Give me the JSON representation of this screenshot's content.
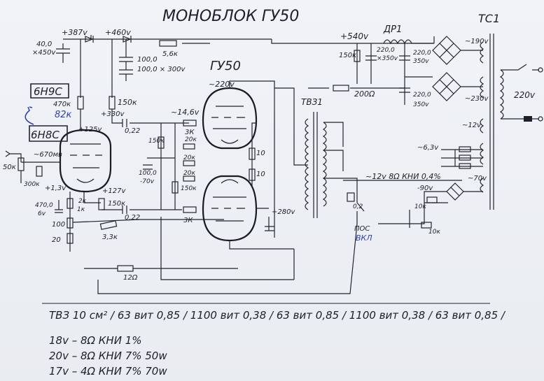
{
  "title": "МОНОБЛОК ГУ50",
  "labels": {
    "tc1": "ТС1",
    "dr1": "ДР1",
    "tv31": "ТВЗ1",
    "gu50": "ГУ50",
    "tube_6n9s": "6Н9С",
    "tube_6n8s": "6Н8С",
    "r_470k": "470к",
    "r_82k": "82к",
    "v_387": "+387v",
    "v_460": "+460v",
    "v_540": "+540v",
    "v_330": "+330v",
    "v_125": "+125v",
    "v_127": "+127v",
    "v_280": "+280v",
    "v_13": "+1,3v",
    "v_146": "~14,6v",
    "v_220a": "~220v",
    "v_670mv": "~670мв",
    "v_190": "~190v",
    "v_230": "~230v",
    "v_12": "~12v",
    "v_63": "~6,3v",
    "v_70": "~70v",
    "v_m90": "-90v",
    "v_m70": "-70v",
    "mains": "220v",
    "c_40": "40,0",
    "c_40v": "×450v",
    "c_100": "100,0",
    "c_100x": "100,0 × 300v",
    "r_56k": "5,6к",
    "r_150k_a": "150к",
    "r_150k_b": "150к",
    "r_150k_c": "150к",
    "r_150k_d": "150к",
    "c_022a": "0,22",
    "c_022b": "0,22",
    "r_3k_a": "3К",
    "r_3k_b": "3К",
    "r_20k_a": "20к",
    "r_20k_b": "20к",
    "r_20k_c": "20к",
    "r_10_a": "10",
    "r_10_b": "10",
    "r_200": "200Ω",
    "c_220a": "220,0",
    "c_220b": "×350v",
    "c_220c": "220,0",
    "c_220d": "350v",
    "c_220e": "220,0",
    "c_220f": "350v",
    "r_150k_e": "150к",
    "r_50k": "50к",
    "r_300k": "300к",
    "c_470": "470,0",
    "c_6v": "6v",
    "r_2k": "2к",
    "r_1k": "1к",
    "r_100": "100",
    "r_20": "20",
    "r_33k": "3,3к",
    "r_12": "12Ω",
    "fb_out": "~12v  8Ω КНИ 0,4%",
    "c_02": "0,2",
    "pos": "ПОС",
    "vkl": "ВКЛ",
    "r_10k_a": "10к",
    "r_10k_b": "10к",
    "c_100_70a": "100,0",
    "c_100_70b": "-70v"
  },
  "notes": {
    "line1": "ТВЗ  10 см²  / 63 вит 0,85 / 1100 вит 0,38 / 63 вит 0,85 / 1100 вит 0,38 / 63 вит 0,85 /",
    "line2": "18v  –  8Ω     КНИ 1%",
    "line3": "20v  –  8Ω     КНИ 7%     50w",
    "line4": "17v  –  4Ω     КНИ 7%     70w"
  }
}
